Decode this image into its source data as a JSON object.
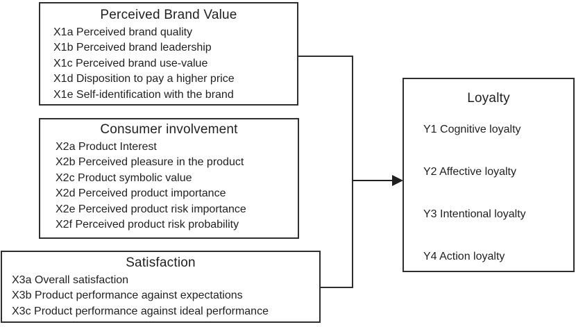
{
  "figure": {
    "background_color": "#ffffff",
    "line_color": "#2e2e2e",
    "text_color": "#1f1f1f",
    "arrow_color": "#1f1f1f"
  },
  "boxes": {
    "brand_value": {
      "title": "Perceived Brand Value",
      "items": [
        "X1a Perceived brand quality",
        "X1b Perceived brand leadership",
        "X1c Perceived brand use-value",
        "X1d Disposition to pay a higher price",
        "X1e Self-identification with the brand"
      ]
    },
    "involvement": {
      "title": "Consumer involvement",
      "items": [
        "X2a Product Interest",
        "X2b Perceived pleasure in the product",
        "X2c Product symbolic value",
        "X2d Perceived product importance",
        "X2e Perceived product risk importance",
        "X2f Perceived product risk probability"
      ]
    },
    "satisfaction": {
      "title": "Satisfaction",
      "items": [
        "X3a Overall satisfaction",
        "X3b Product performance against expectations",
        "X3c Product performance against ideal performance"
      ]
    },
    "loyalty": {
      "title": "Loyalty",
      "items": [
        "Y1 Cognitive loyalty",
        "Y2 Affective loyalty",
        "Y3 Intentional loyalty",
        "Y4 Action loyalty"
      ]
    }
  }
}
